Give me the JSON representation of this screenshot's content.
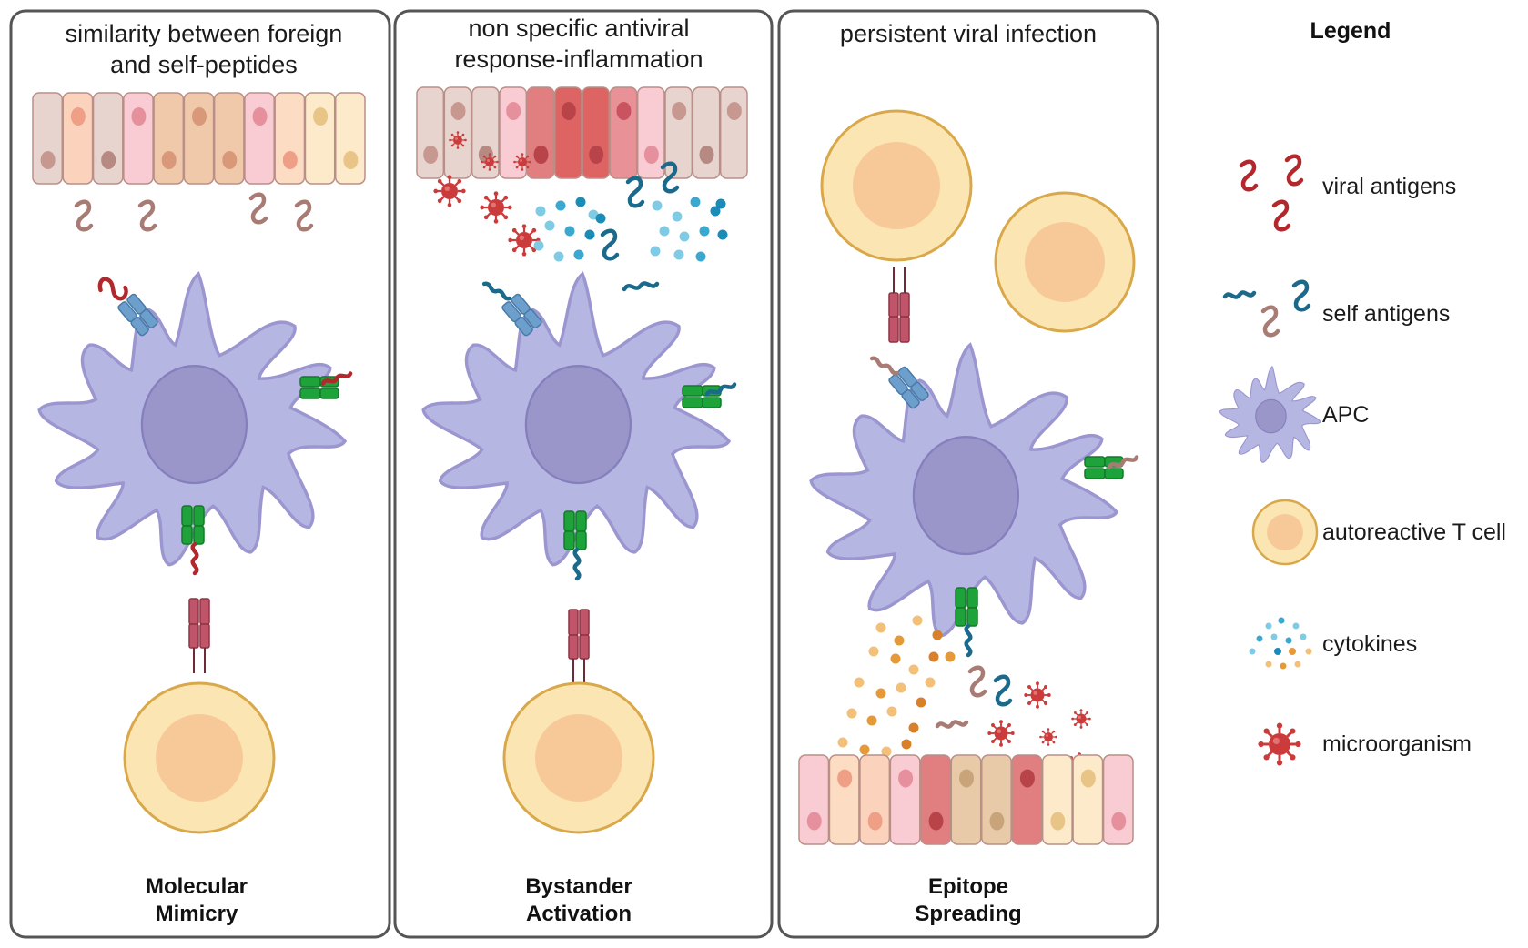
{
  "panels": [
    {
      "title_lines": [
        "similarity between foreign",
        "and self-peptides"
      ],
      "label_lines": [
        "Molecular",
        "Mimicry"
      ]
    },
    {
      "title_lines": [
        "non specific antiviral",
        "response-inflammation"
      ],
      "label_lines": [
        "Bystander",
        "Activation"
      ]
    },
    {
      "title_lines": [
        "persistent viral infection"
      ],
      "label_lines": [
        "Epitope",
        "Spreading"
      ]
    }
  ],
  "legend": {
    "title": "Legend",
    "items": [
      {
        "label": "viral antigens",
        "icon": "viral-antigen-icon"
      },
      {
        "label": "self antigens",
        "icon": "self-antigen-icon"
      },
      {
        "label": "APC",
        "icon": "apc-icon"
      },
      {
        "label": "autoreactive T cell",
        "icon": "t-cell-icon"
      },
      {
        "label": "cytokines",
        "icon": "cytokines-icon"
      },
      {
        "label": "microorganism",
        "icon": "microorganism-icon"
      }
    ]
  },
  "colors": {
    "viral_antigen": "#b2282d",
    "self_antigen_blue": "#1b6a8c",
    "self_antigen_brown": "#a87c74",
    "apc_body": "#b6b6e2",
    "apc_nucleus": "#9b96c9",
    "tcell_outer": "#fbe6b3",
    "tcell_inner": "#f8c998",
    "mhc_green": "#1ea33b",
    "receptor_blue": "#6d9fcd",
    "tcr_red": "#c05468",
    "cytokine_blue": "#3aa8cf",
    "cytokine_orange": "#e59a3a",
    "microbe": "#cc3b3b"
  }
}
